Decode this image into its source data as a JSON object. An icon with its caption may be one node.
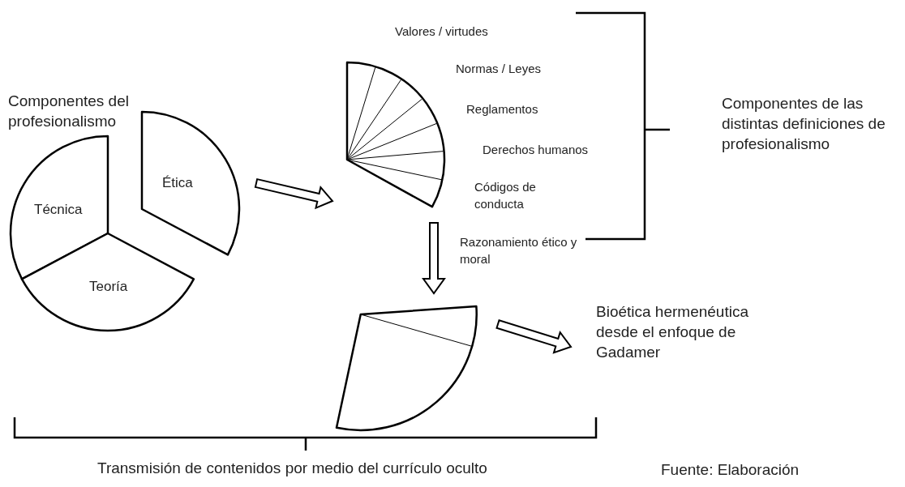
{
  "diagram": {
    "nodes": [
      {
        "text": [
          "Técnica"
        ]
      },
      {
        "text": [
          "Ética"
        ]
      },
      {
        "text": [
          "Teoría"
        ]
      },
      {
        "text": [],
        "shape": "wedge"
      },
      {
        "text": [],
        "shape": "wedge"
      },
      {
        "text": [
          "Bioética hermenéutica desde el enfoque de Gadamer"
        ]
      }
    ],
    "edges": [
      {
        "from": 1,
        "to": 3,
        "arrow": "to"
      },
      {
        "from": 3,
        "to": 4,
        "arrow": "to"
      },
      {
        "from": 4,
        "to": 5,
        "arrow": "to"
      }
    ],
    "labels": [
      "Componentes del profesionalismo",
      "Valores / virtudes",
      "Normas / Leyes",
      "Reglamentos",
      "Derechos humanos",
      "Códigos de conducta",
      "Razonamiento ético y moral",
      "Componentes de las distintas definiciones de profesionalismo",
      "Transmisión de contenidos por medio del currículo oculto",
      "Fuente: Elaboración"
    ]
  }
}
